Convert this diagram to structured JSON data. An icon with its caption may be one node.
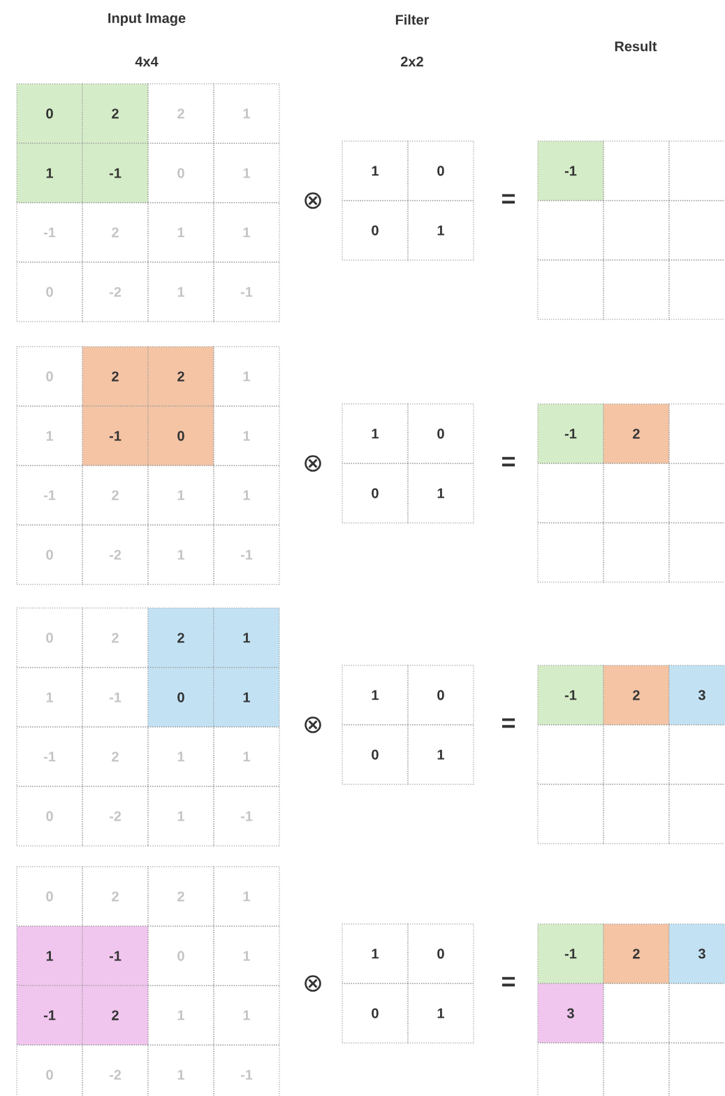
{
  "diagram": {
    "labels": [
      "Input Image",
      "4x4",
      "Filter",
      "2x2",
      "Result",
      "0",
      "2",
      "2",
      "1",
      "1",
      "-1",
      "0",
      "1",
      "-1",
      "2",
      "1",
      "1",
      "0",
      "-2",
      "1",
      "-1",
      "⊗",
      "1",
      "0",
      "0",
      "1",
      "=",
      "-1",
      "0",
      "2",
      "2",
      "1",
      "1",
      "-1",
      "0",
      "1",
      "-1",
      "2",
      "1",
      "1",
      "0",
      "-2",
      "1",
      "-1",
      "⊗",
      "1",
      "0",
      "0",
      "1",
      "=",
      "-1",
      "2",
      "0",
      "2",
      "2",
      "1",
      "1",
      "-1",
      "0",
      "1",
      "-1",
      "2",
      "1",
      "1",
      "0",
      "-2",
      "1",
      "-1",
      "⊗",
      "1",
      "0",
      "0",
      "1",
      "=",
      "-1",
      "2",
      "3",
      "0",
      "2",
      "2",
      "1",
      "1",
      "-1",
      "0",
      "1",
      "-1",
      "2",
      "1",
      "1",
      "0",
      "-2",
      "1",
      "-1",
      "⊗",
      "1",
      "0",
      "0",
      "1",
      "=",
      "-1",
      "2",
      "3",
      "3"
    ]
  }
}
